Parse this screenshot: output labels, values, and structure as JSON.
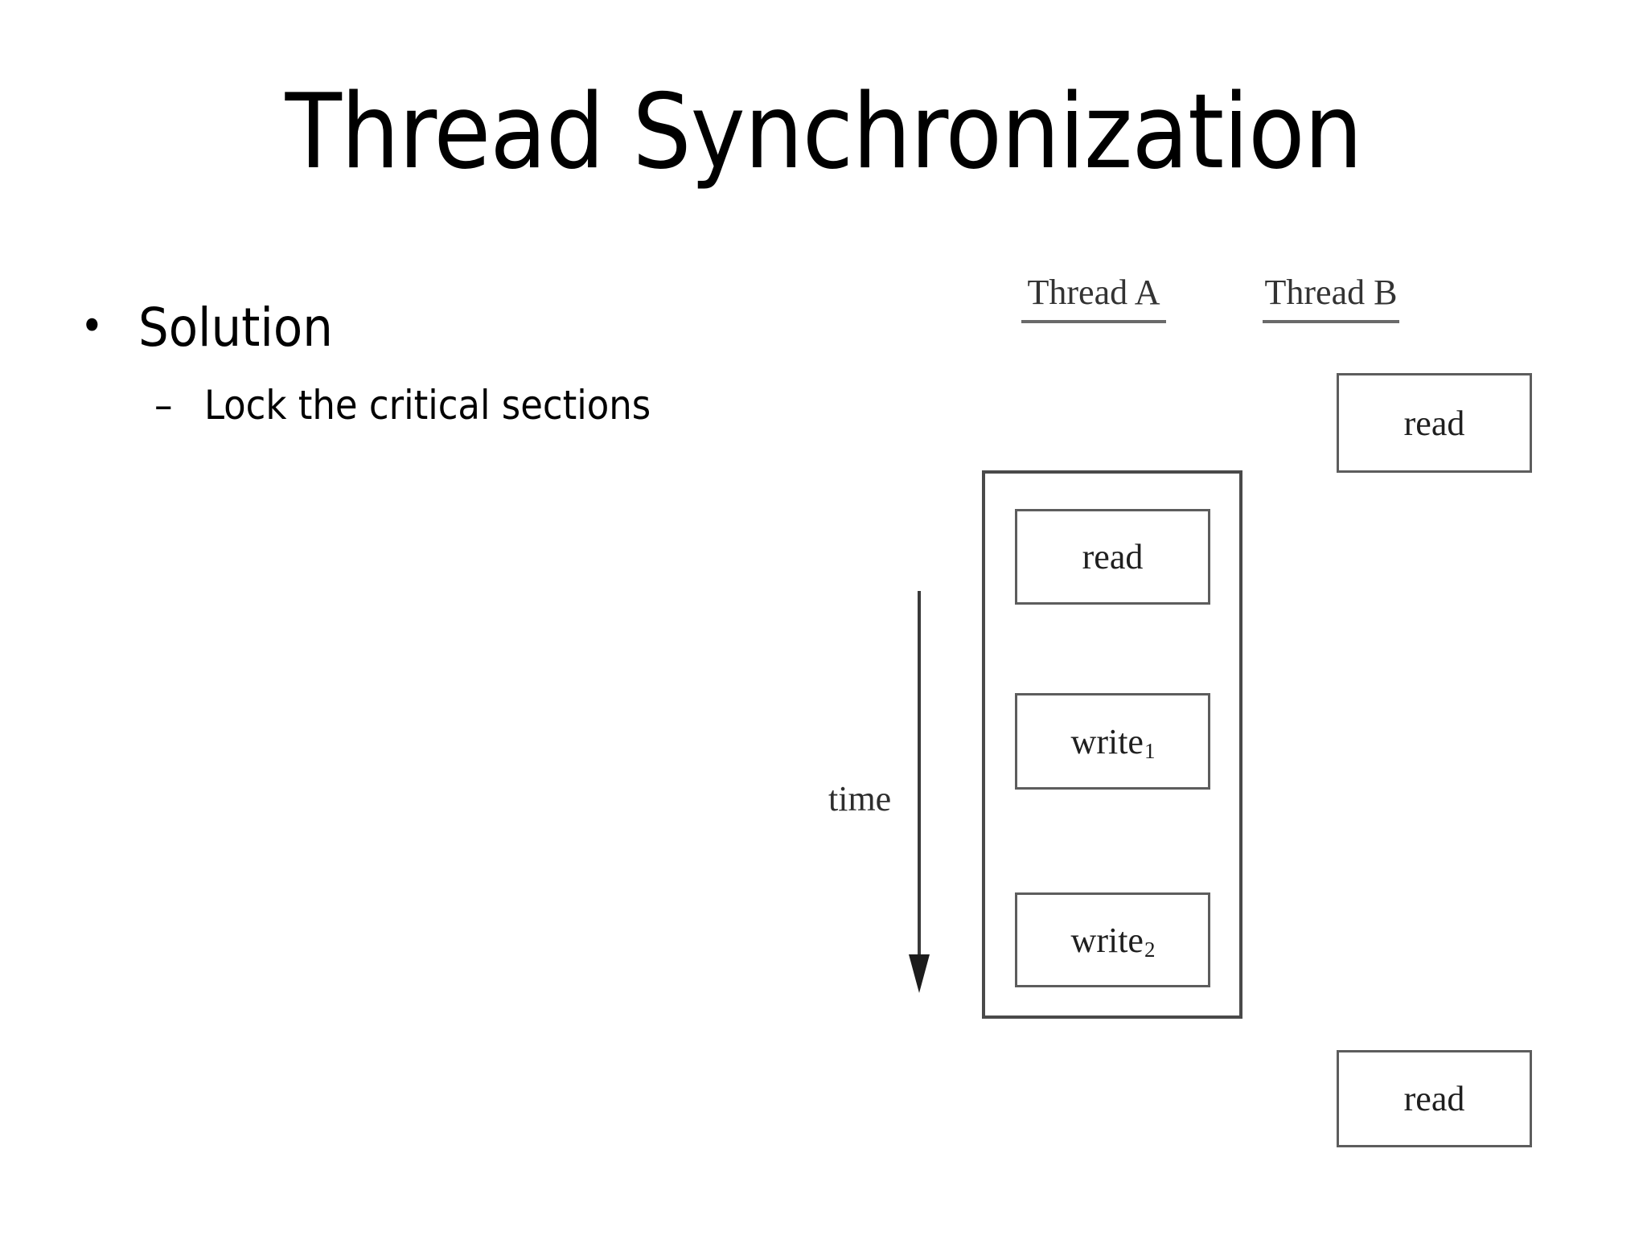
{
  "slide": {
    "title": "Thread Synchronization",
    "background_color": "#ffffff",
    "text_color": "#000000"
  },
  "bullets": [
    {
      "level": 1,
      "marker": "•",
      "text": "Solution"
    },
    {
      "level": 2,
      "marker": "–",
      "text": "Lock the critical sections"
    }
  ],
  "diagram": {
    "stroke_color": "#5d5d5d",
    "columns": [
      {
        "id": "thread-a",
        "label": "Thread A",
        "underlined": true
      },
      {
        "id": "thread-b",
        "label": "Thread B",
        "underlined": true
      }
    ],
    "time_axis": {
      "label": "time",
      "direction": "downward",
      "arrow_icon": "down-arrow-icon"
    },
    "thread_a": {
      "lock_box": {
        "name": "critical-section-lock-box",
        "operations": [
          {
            "label": "read",
            "subscript": ""
          },
          {
            "label": "write",
            "subscript": "1"
          },
          {
            "label": "write",
            "subscript": "2"
          }
        ]
      }
    },
    "thread_b": {
      "operations": [
        {
          "label": "read",
          "subscript": "",
          "position": "top"
        },
        {
          "label": "read",
          "subscript": "",
          "position": "bottom"
        }
      ]
    }
  }
}
